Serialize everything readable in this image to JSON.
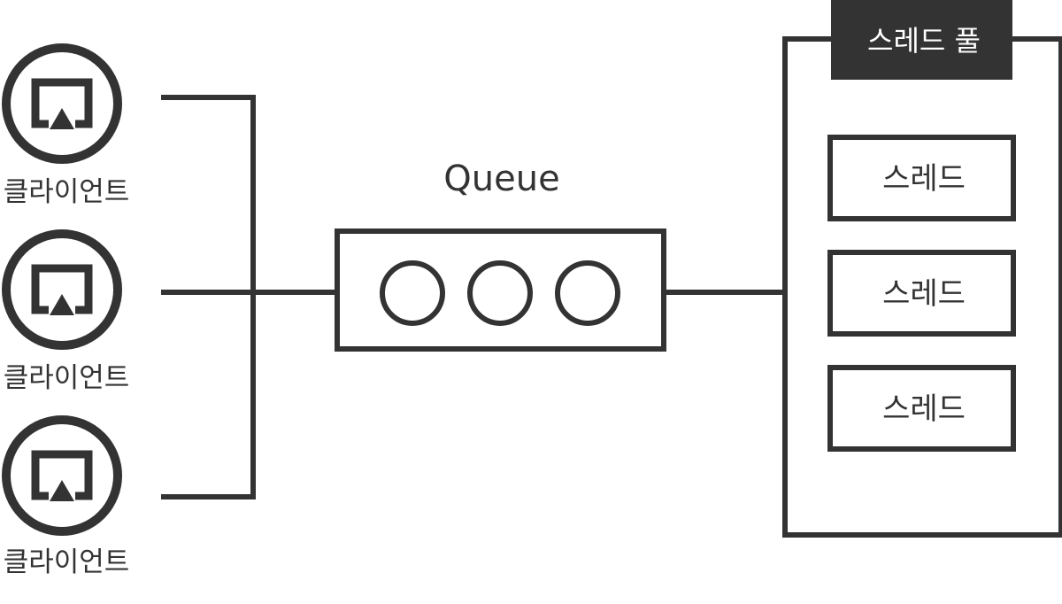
{
  "colors": {
    "stroke": "#333333",
    "background": "#ffffff",
    "pool_header_text": "#ffffff"
  },
  "clients": [
    {
      "label": "클라이언트",
      "icon": "cast-screen-icon"
    },
    {
      "label": "클라이언트",
      "icon": "cast-screen-icon"
    },
    {
      "label": "클라이언트",
      "icon": "cast-screen-icon"
    }
  ],
  "queue": {
    "title": "Queue",
    "slots": 3
  },
  "thread_pool": {
    "title": "스레드 풀",
    "threads": [
      {
        "label": "스레드"
      },
      {
        "label": "스레드"
      },
      {
        "label": "스레드"
      }
    ]
  }
}
